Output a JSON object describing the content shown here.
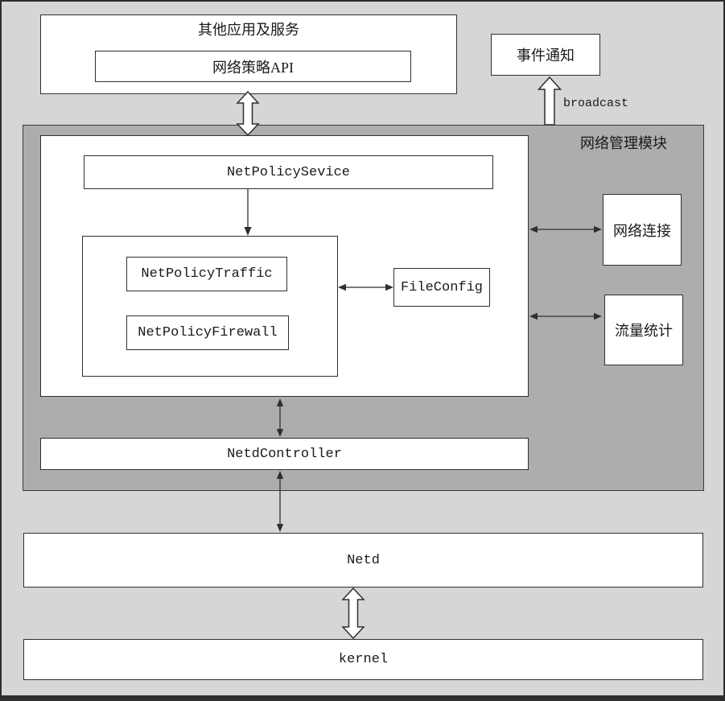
{
  "colors": {
    "canvas_bg": "#d6d6d6",
    "module_bg": "#adadad",
    "box_bg": "#ffffff",
    "border": "#2f2f2f",
    "text": "#1a1a1a"
  },
  "top_box": {
    "title": "其他应用及服务",
    "api": "网络策略API"
  },
  "event": {
    "label": "事件通知",
    "broadcast": "broadcast"
  },
  "module": {
    "title": "网络管理模块",
    "service": "NetPolicySevice",
    "traffic": "NetPolicyTraffic",
    "firewall": "NetPolicyFirewall",
    "fileconfig": "FileConfig",
    "connection": "网络连接",
    "traffic_stats": "流量统计",
    "netd_controller": "NetdController"
  },
  "bottom": {
    "netd": "Netd",
    "kernel": "kernel"
  }
}
